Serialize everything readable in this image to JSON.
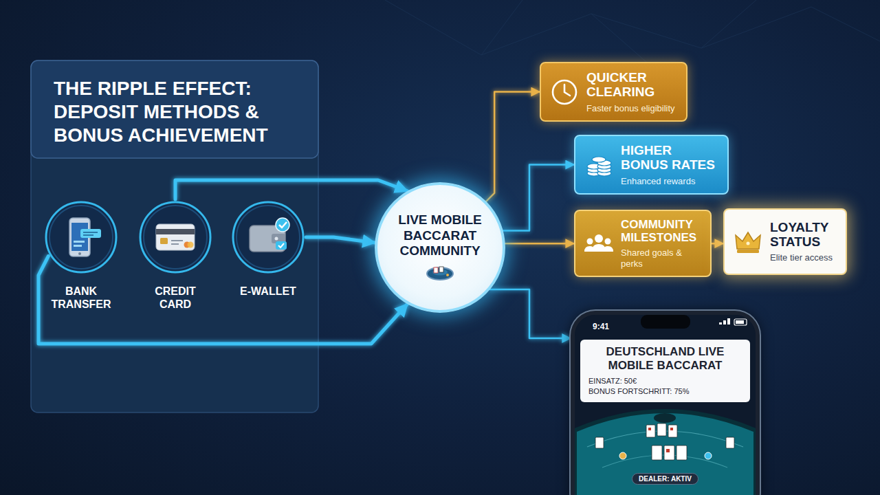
{
  "diagram": {
    "title": "THE RIPPLE EFFECT: DEPOSIT METHODS & BONUS ACHIEVEMENT",
    "nodes": [
      {
        "text": [
          "BANK TRANSFER"
        ]
      },
      {
        "text": [
          "CREDIT CARD"
        ]
      },
      {
        "text": [
          "E-WALLET"
        ]
      },
      {
        "text": [
          "LIVE MOBILE BACCARAT COMMUNITY"
        ]
      },
      {
        "text": [
          "QUICKER CLEARING",
          "Faster bonus eligibility"
        ]
      },
      {
        "text": [
          "HIGHER BONUS RATES",
          "Enhanced rewards"
        ]
      },
      {
        "text": [
          "COMMUNITY MILESTONES",
          "Shared goals & perks"
        ]
      },
      {
        "text": [
          "LOYALTY STATUS",
          "Elite tier access"
        ]
      },
      {
        "text": [
          "9:41",
          "DEUTSCHLAND LIVE MOBILE BACCARAT",
          "EINSATZ: 50€",
          "BONUS FORTSCHRITT: 75%",
          "DEALER: AKTIV"
        ]
      }
    ],
    "edges": [
      {
        "from": 0,
        "to": 3,
        "arrow": "to"
      },
      {
        "from": 1,
        "to": 3,
        "arrow": "to"
      },
      {
        "from": 2,
        "to": 3,
        "arrow": "to"
      },
      {
        "from": 3,
        "to": 4,
        "arrow": "to"
      },
      {
        "from": 3,
        "to": 5,
        "arrow": "to"
      },
      {
        "from": 3,
        "to": 6,
        "arrow": "to"
      },
      {
        "from": 6,
        "to": 7,
        "arrow": "to"
      },
      {
        "from": 3,
        "to": 8,
        "arrow": "to"
      }
    ]
  }
}
